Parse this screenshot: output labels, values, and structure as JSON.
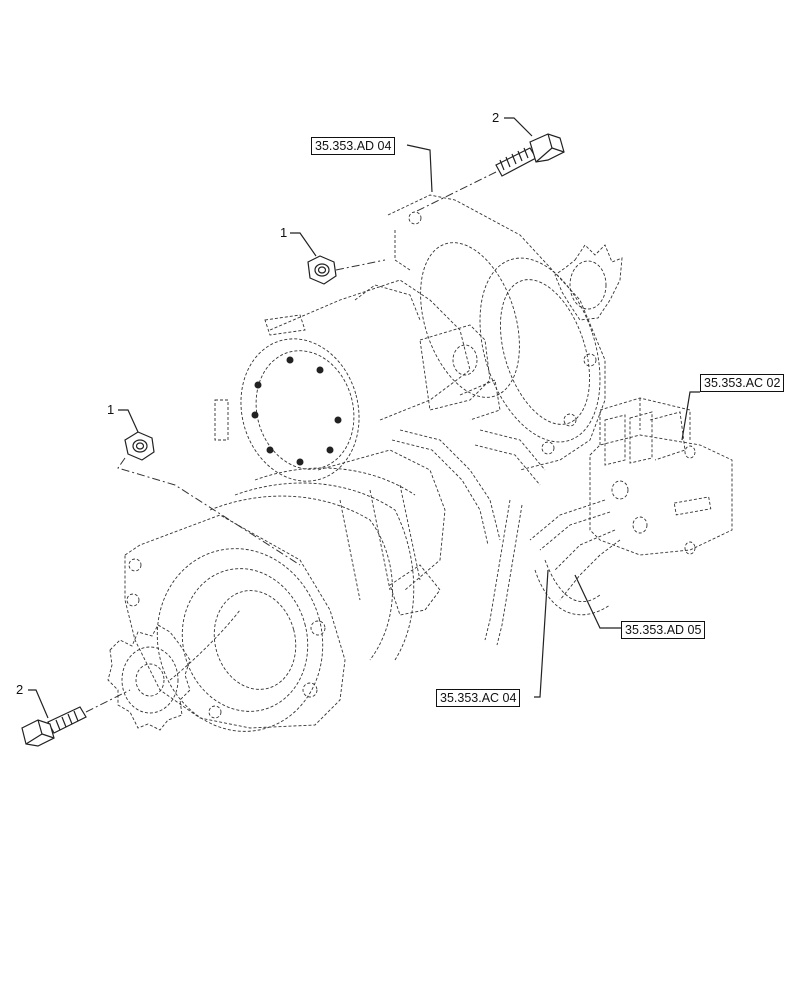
{
  "callouts": {
    "part_2_top": "2",
    "part_1_upper": "1",
    "part_1_left": "1",
    "part_2_bottom": "2"
  },
  "references": {
    "ad04": "35.353.AD 04",
    "ac02": "35.353.AC 02",
    "ad05": "35.353.AD 05",
    "ac04": "35.353.AC 04"
  }
}
